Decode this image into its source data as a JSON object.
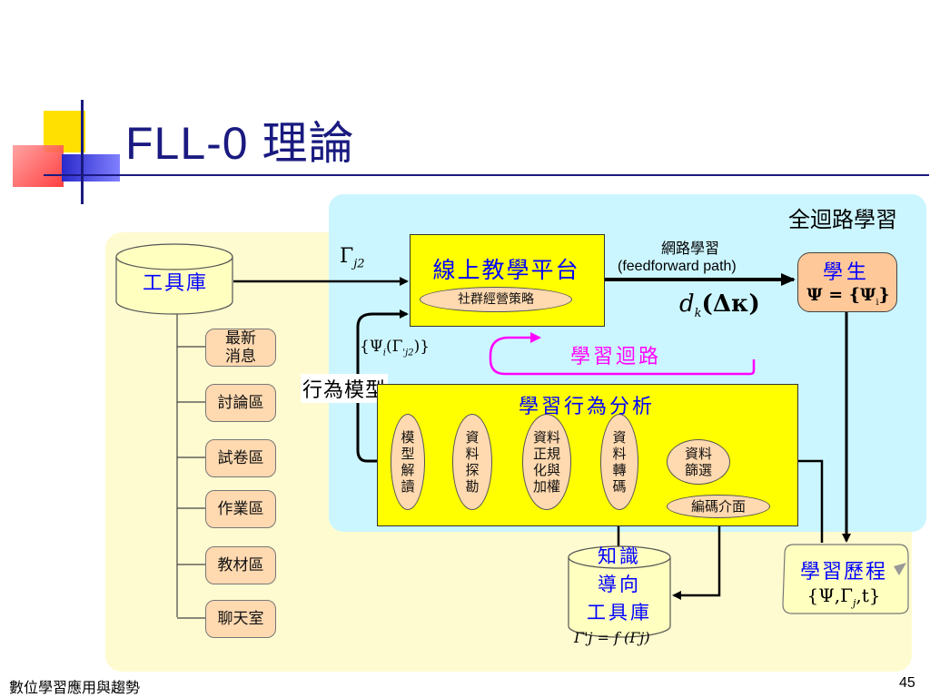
{
  "slide": {
    "title": "FLL-0 理論",
    "footer_left": "數位學習應用與趨勢",
    "page_number": "45"
  },
  "diagram": {
    "cyan_label": "全迴路學習",
    "tool_db": "工具庫",
    "tools": [
      "最新\n消息",
      "討論區",
      "試卷區",
      "作業區",
      "教材區",
      "聊天室"
    ],
    "platform": {
      "label": "線上教學平台",
      "sub": "社群經營策略"
    },
    "gamma_j2": "Γ",
    "gamma_sub": "j2",
    "feedforward": {
      "line1": "網路學習",
      "line2": "(feedforward path)"
    },
    "dk": "d",
    "dk_sub": "k",
    "dk_arg": "(Δκ)",
    "student": {
      "label": "學生",
      "formula": "Ψ = {Ψ",
      "formula_sub": "i",
      "formula_end": "}"
    },
    "psi_gamma": "{Ψ",
    "psi_gamma_sub_i": "i",
    "psi_gamma_mid": "(Γ",
    "psi_gamma_sub_j2": "'j2",
    "psi_gamma_end": ")}",
    "loop_label": "學習迴路",
    "behavior_model": "行為模型",
    "analysis": {
      "title": "學習行為分析",
      "ovals": [
        "模\n型\n解\n讀",
        "資\n料\n探\n勘",
        "資料\n正規\n化與\n加權",
        "資\n料\n轉\n碼",
        "資料\n篩選",
        "編碼介面"
      ]
    },
    "knowledge_db": {
      "label": "知識\n導向\n工具庫",
      "formula": "Γ'j = f (Γj)"
    },
    "history": {
      "label": "學習歷程",
      "formula": "{Ψ,Γ",
      "formula_sub": "j",
      "formula_end": ",t}"
    }
  },
  "colors": {
    "title": "#1a1a80",
    "accent_blue": "#0000ff",
    "loop_magenta": "#ff00ff",
    "box_yellow": "#ffff00",
    "cyan_panel": "#ccf6ff",
    "yellow_panel": "#fffbd0",
    "cylinder": "#ffffc0"
  }
}
